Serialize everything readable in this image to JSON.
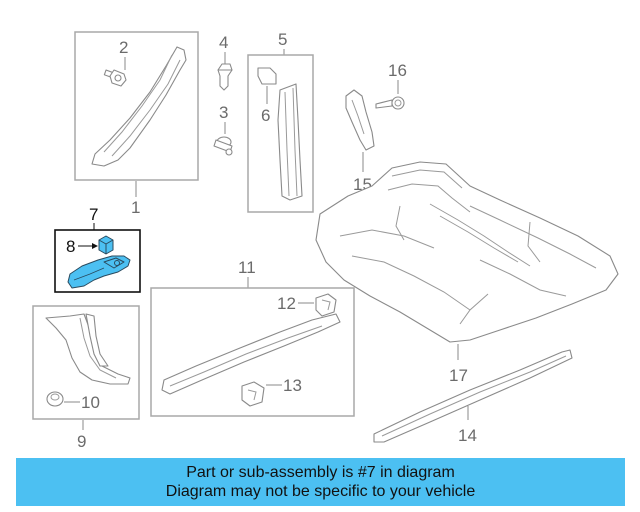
{
  "callouts": {
    "c1": "1",
    "c2": "2",
    "c3": "3",
    "c4": "4",
    "c5": "5",
    "c6": "6",
    "c7": "7",
    "c8": "8",
    "c9": "9",
    "c10": "10",
    "c11": "11",
    "c12": "12",
    "c13": "13",
    "c14": "14",
    "c15": "15",
    "c16": "16",
    "c17": "17"
  },
  "highlighted_part": "7",
  "banner": {
    "line1": "Part or sub-assembly is #7 in diagram",
    "line2": "Diagram may not be specific to your vehicle",
    "background": "#4cc0f2"
  },
  "colors": {
    "highlight_fill": "#4cc0f2",
    "line_art": "#8a8a8a"
  }
}
